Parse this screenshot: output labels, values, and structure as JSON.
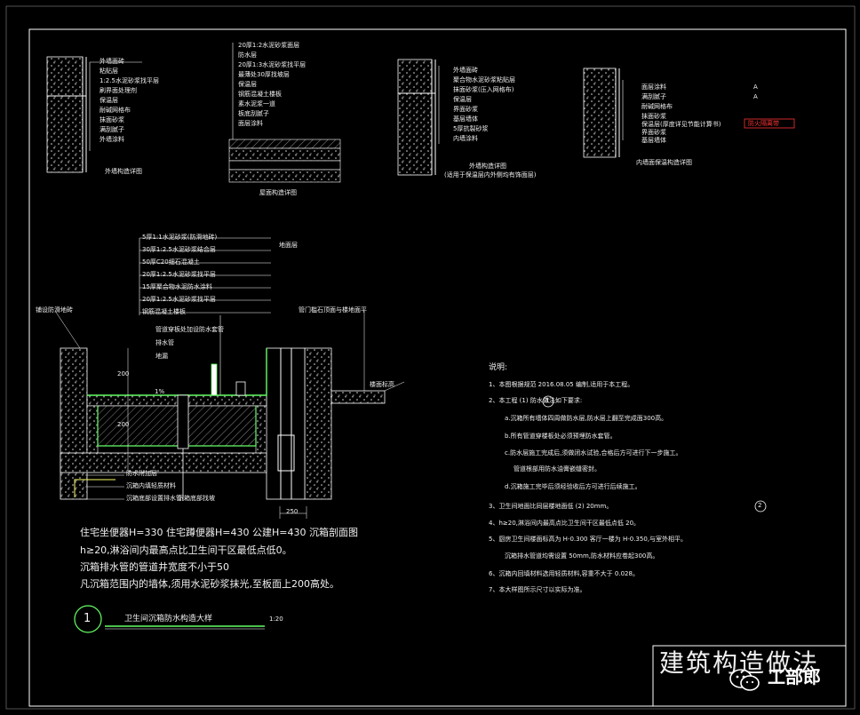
{
  "detail1": {
    "layers": [
      "外墙面砖",
      "粘贴层",
      "1:2.5水泥砂浆找平层",
      "刷界面处理剂",
      "保温层",
      "耐碱网格布",
      "抹面砂浆",
      "满刮腻子",
      "外墙涂料"
    ],
    "caption": "外墙构造详图"
  },
  "detail2": {
    "layers": [
      "20厚1:2水泥砂浆面层",
      "防水层",
      "20厚1:3水泥砂浆找平层",
      "最薄处30厚找坡层",
      "保温层",
      "钢筋混凝土楼板",
      "素水泥浆一道",
      "板底刮腻子",
      "面层涂料"
    ],
    "caption": "屋面构造详图"
  },
  "detail3": {
    "layers": [
      "外墙面砖",
      "聚合物水泥砂浆粘贴层",
      "抹面砂浆(压入网格布)",
      "保温层",
      "界面砂浆",
      "基层墙体",
      "5厚抗裂砂浆",
      "内墙涂料"
    ],
    "caption": "外墙构造详图",
    "sub": "(适用于保温层内外侧均有饰面层)"
  },
  "detail4": {
    "layers": [
      "面层涂料",
      "满刮腻子",
      "耐碱网格布",
      "抹面砂浆",
      "保温层(厚度详见节能计算书)",
      "界面砂浆",
      "基层墙体"
    ],
    "caption": "内墙面保温构造详图",
    "note_red": "防火隔离带",
    "marks": [
      "A",
      "A"
    ]
  },
  "section": {
    "floor_layers": [
      "5厚1:1水泥砂浆(防滑地砖)",
      "30厚1:2.5水泥砂浆结合层",
      "50厚C20细石混凝土",
      "20厚1:2.5水泥砂浆找平层",
      "15厚聚合物水泥防水涂料",
      "20厚1:2.5水泥砂浆找平层",
      "钢筋混凝土楼板"
    ],
    "layer_tag": "地面层",
    "labels_left": [
      "铺设防滑地砖",
      "管道穿板处加设防水套管",
      "排水管",
      "地漏"
    ],
    "labels_right": [
      "管门槛石顶面与楼地面平",
      "楼面标高"
    ],
    "labels_bottom": [
      "防水附加层",
      "沉箱内填轻质材料",
      "沉箱底部设置排水管",
      "沉箱底部找坡"
    ],
    "dims": [
      "200",
      "200",
      "1%",
      "250"
    ],
    "notes": [
      "住宅坐便器H=330    住宅蹲便器H=430    公建H=430    沉箱剖面图",
      "h≥20,淋浴间内最高点比卫生间干区最低点低0。",
      "沉箱排水管的管道井宽度不小于50",
      "凡沉箱范围内的墙体,须用水泥砂浆抹光,至板面上200高处。"
    ]
  },
  "title_block": {
    "number": "1",
    "name": "卫生间沉箱防水构造大样",
    "scale": "1:20"
  },
  "notes": {
    "heading": "说明:",
    "items": [
      "1、本图根据规范 2016.08.05 编制,适用于本工程。",
      "2、本工程 (1) 防水做法如下要求:",
      "a.沉箱所有墙体四周做防水层,防水层上翻至完成面300高。",
      "b.所有管道穿楼板处必须预埋防水套管。",
      "c.防水层施工完成后,须做闭水试验,合格后方可进行下一步施工。",
      "管道根部用防水油膏嵌缝密封。",
      "d.沉箱施工完毕后须经验收后方可进行后续施工。",
      "3、卫生间地面比同层楼地面低 (2) 20mm。",
      "4、h≥20,淋浴间内最高点比卫生间干区最低点低 20。",
      "5、厨房卫生间楼面标高为 H-0.300 客厅一楼为 H-0.350,与室外相平。",
      "沉箱排水管道均需设置 50mm,防水材料应卷起300高。",
      "6、沉箱内回填材料选用轻质材料,容重不大于 0.028。",
      "7、本大样图所示尺寸以实际为准。"
    ],
    "mark1": "1",
    "mark2": "2"
  },
  "watermark": {
    "text": "建筑构造做法",
    "brand": "工部郎"
  },
  "colors": {
    "bg": "#000000",
    "line": "#ffffff",
    "accent_y": "#ffff66",
    "accent_g": "#66ff66",
    "accent_r": "#ff3333"
  }
}
